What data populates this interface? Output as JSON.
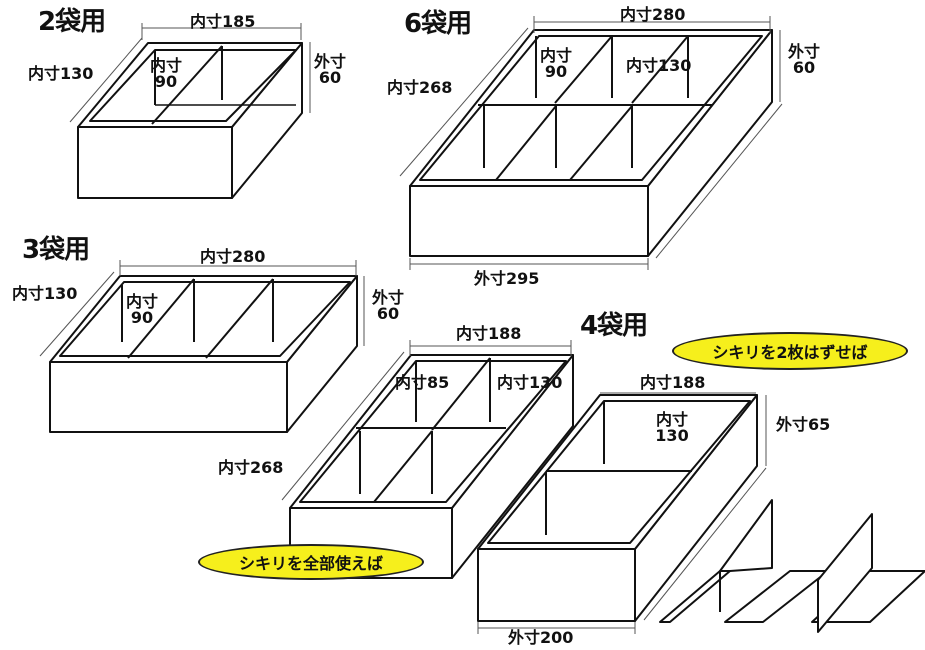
{
  "titles": {
    "two": "2袋用",
    "six": "6袋用",
    "three": "3袋用",
    "four": "4袋用"
  },
  "box2": {
    "inner_w": "内寸185",
    "inner_d": "内寸130",
    "div_a": "内寸",
    "div_b": "90",
    "outer_a": "外寸",
    "outer_b": "60"
  },
  "box6": {
    "inner_w": "内寸280",
    "inner_d": "内寸268",
    "div_a": "内寸",
    "div_b": "90",
    "div2": "内寸130",
    "outer_a": "外寸",
    "outer_b": "60",
    "outer_w": "外寸295"
  },
  "box3": {
    "inner_w": "内寸280",
    "inner_d": "内寸130",
    "div_a": "内寸",
    "div_b": "90",
    "outer_a": "外寸",
    "outer_b": "60"
  },
  "box4a": {
    "inner_w": "内寸188",
    "div1": "内寸85",
    "div2": "内寸130",
    "inner_d": "内寸268"
  },
  "box4b": {
    "inner_w": "内寸188",
    "div_a": "内寸",
    "div_b": "130",
    "outer_h": "外寸65",
    "outer_w": "外寸200"
  },
  "notes": {
    "all_dividers": "シキリを全部使えば",
    "remove_two": "シキリを2枚はずせば"
  }
}
